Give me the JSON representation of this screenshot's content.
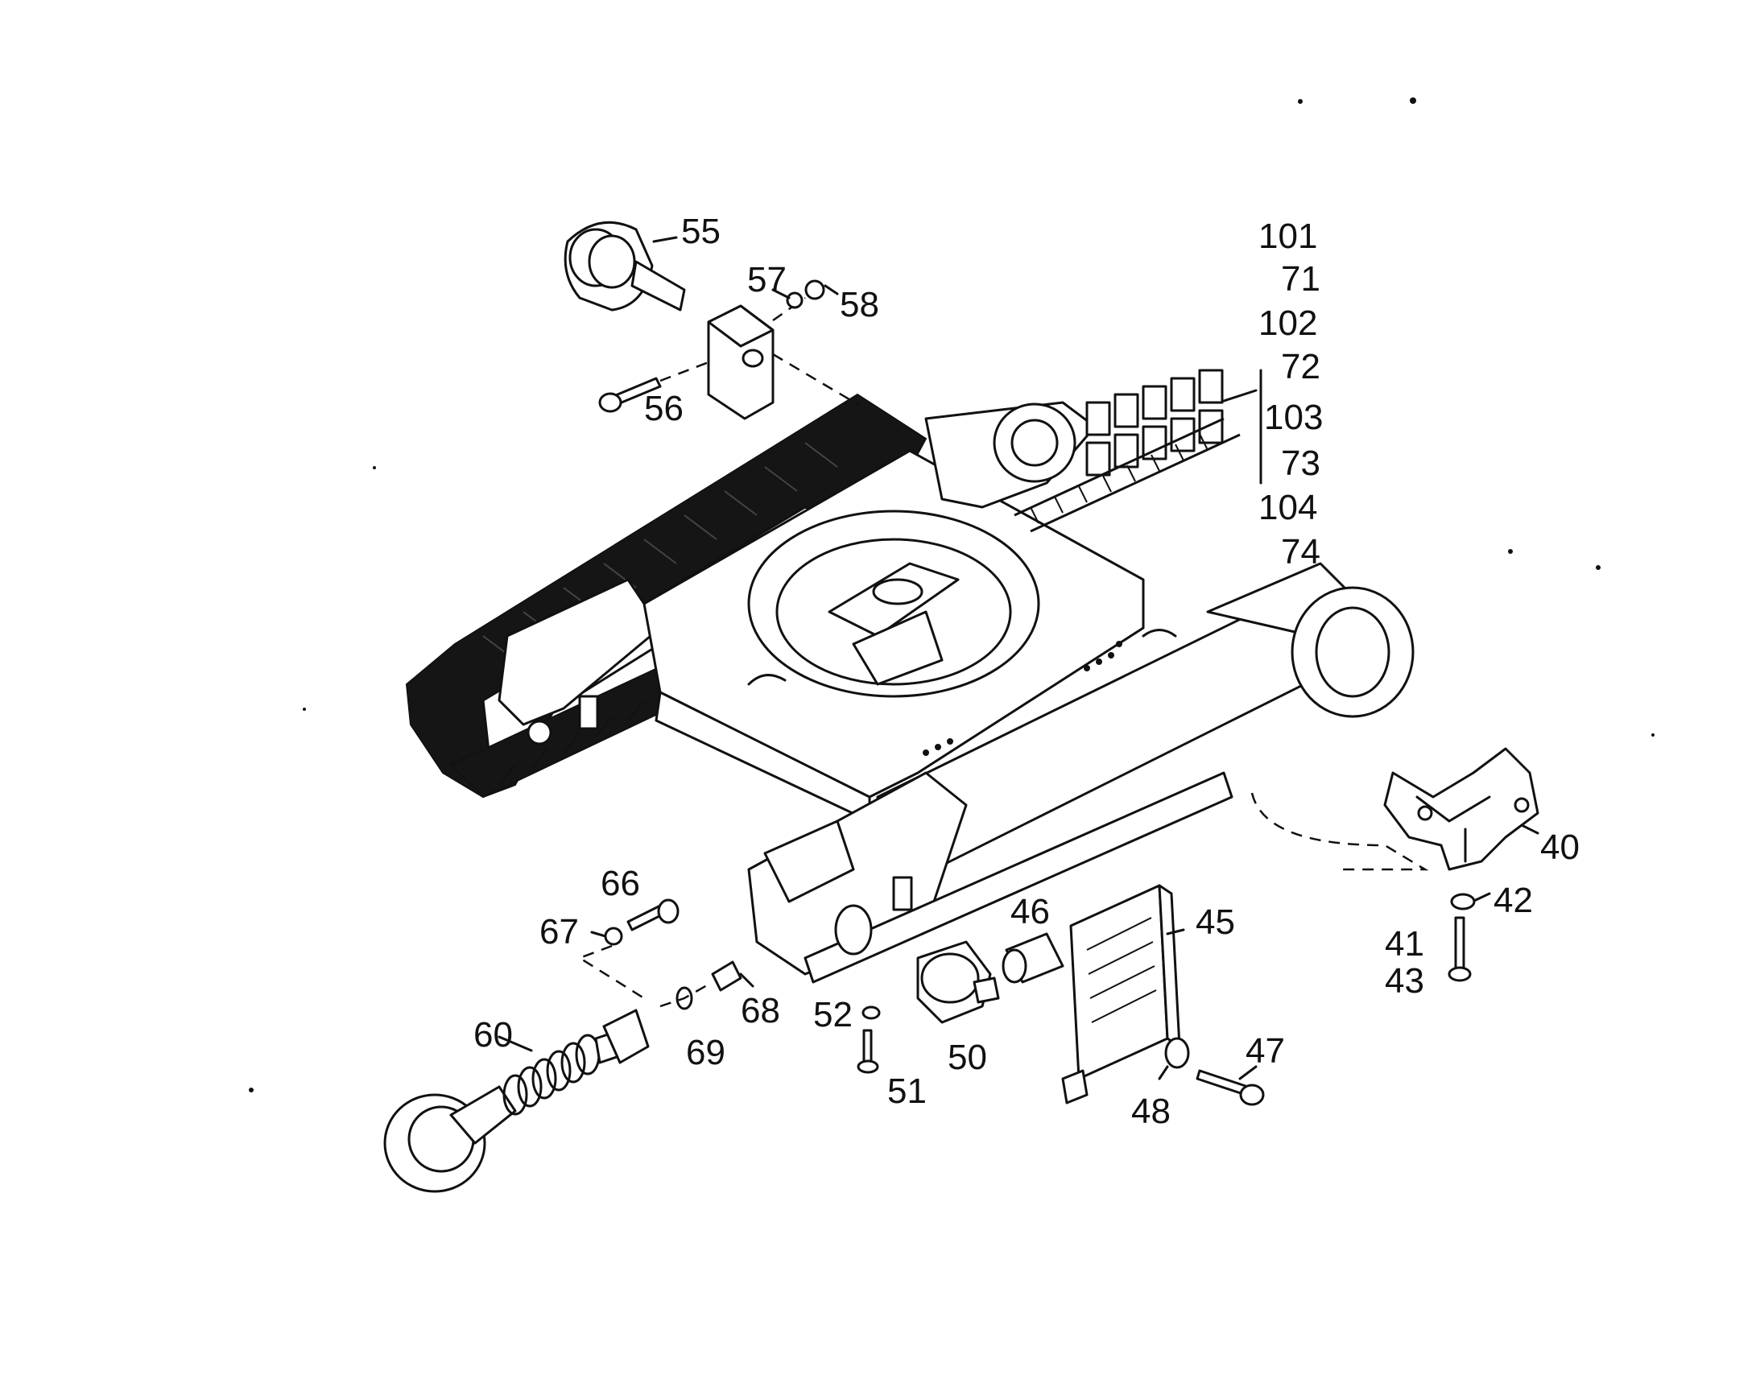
{
  "diagram": {
    "callouts": {
      "c40": "40",
      "c41": "41",
      "c42": "42",
      "c43": "43",
      "c45": "45",
      "c46": "46",
      "c47": "47",
      "c48": "48",
      "c50": "50",
      "c51": "51",
      "c52": "52",
      "c55": "55",
      "c56": "56",
      "c57": "57",
      "c58": "58",
      "c60": "60",
      "c66": "66",
      "c67": "67",
      "c68": "68",
      "c69": "69"
    },
    "track_chain_variants": [
      "101",
      "71",
      "102",
      "72",
      "103",
      "73",
      "104",
      "74"
    ]
  }
}
